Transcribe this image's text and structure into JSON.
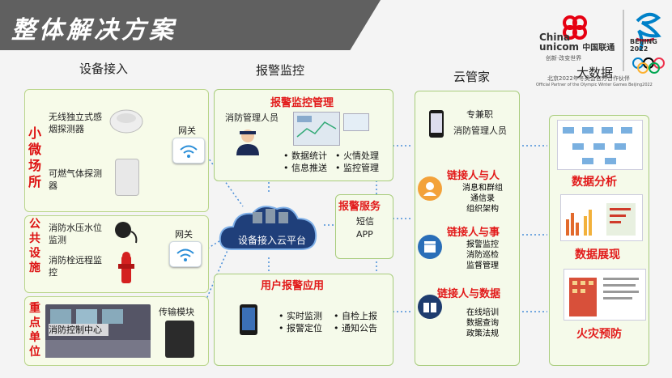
{
  "header": {
    "title": "整体解决方案"
  },
  "logo": {
    "brand_en_1": "China",
    "brand_en_2": "unicom",
    "brand_cn": "中国联通",
    "slogan": "创新·改变世界",
    "beijing": "BEIJING 2022",
    "partner_cn": "北京2022年冬奥会官方合作伙伴",
    "partner_en": "Official Partner of the Olympic Winter Games Beijing2022",
    "colors": {
      "unicom_red": "#e60012",
      "olympic_blue": "#0081c8"
    }
  },
  "columns": {
    "device_access": "设备接入",
    "alarm_monitor": "报警监控",
    "cloud_manager": "云管家",
    "big_data": "大数据"
  },
  "device_access": {
    "small_venue": {
      "label": "小微场所",
      "item1": "无线独立式感烟探测器",
      "item2": "可燃气体探测器",
      "gateway": "网关"
    },
    "public_facilities": {
      "label": "公共设施",
      "item1": "消防水压水位监测",
      "item2": "消防栓远程监控",
      "gateway": "网关"
    },
    "key_units": {
      "label": "重点单位",
      "item1": "消防控制中心",
      "transmission": "传输模块"
    }
  },
  "cloud_platform": {
    "label": "设备接入云平台"
  },
  "alarm_mgmt": {
    "title": "报警监控管理",
    "role": "消防管理人员",
    "bullets": [
      "数据统计",
      "火情处理",
      "信息推送",
      "监控管理"
    ]
  },
  "alarm_service": {
    "title": "报警服务",
    "line1": "短信",
    "line2": "APP"
  },
  "user_alarm": {
    "title": "用户报警应用",
    "bullets": [
      "实时监测",
      "自检上报",
      "报警定位",
      "通知公告"
    ]
  },
  "cloud_manager": {
    "role1": "专兼职",
    "role2": "消防管理人员",
    "sec1": {
      "title": "链接人与人",
      "lines": [
        "消息和群组",
        "通信录",
        "组织架构"
      ]
    },
    "sec2": {
      "title": "链接人与事",
      "lines": [
        "报警监控",
        "消防巡检",
        "监督管理"
      ]
    },
    "sec3": {
      "title": "链接人与数据",
      "lines": [
        "在线培训",
        "数据查询",
        "政策法规"
      ]
    }
  },
  "big_data": {
    "analysis": "数据分析",
    "display": "数据展现",
    "fire_prevention": "火灾预防"
  }
}
